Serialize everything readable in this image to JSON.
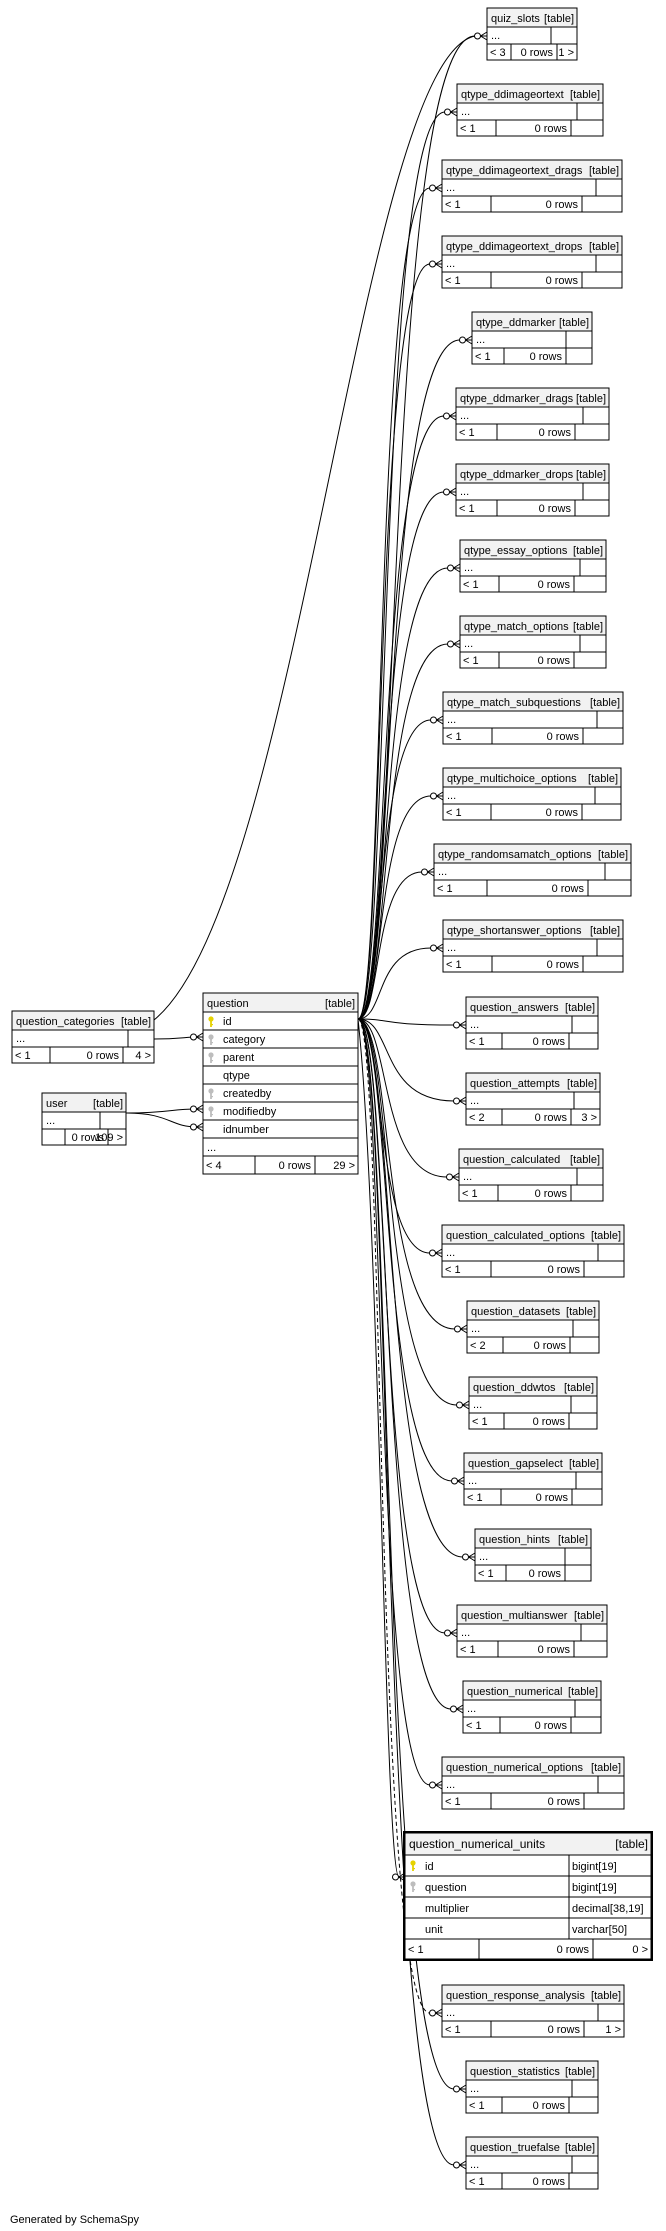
{
  "footer": "Generated by SchemaSpy",
  "colors": {
    "header_bg": "#f2f2f2",
    "border": "#000000",
    "line": "#000000",
    "key_icon": "#e6d200",
    "fk_icon": "#bdbdbd"
  },
  "tables": [
    {
      "key": "quiz_slots",
      "name": "quiz_slots",
      "type": "[table]",
      "ellipsis": "...",
      "parents": "< 3",
      "rows": "0 rows",
      "children": "1 >"
    },
    {
      "key": "qtype_ddimageortext",
      "name": "qtype_ddimageortext",
      "type": "[table]",
      "ellipsis": "...",
      "parents": "< 1",
      "rows": "0 rows",
      "children": ""
    },
    {
      "key": "qtype_ddimageortext_drags",
      "name": "qtype_ddimageortext_drags",
      "type": "[table]",
      "ellipsis": "...",
      "parents": "< 1",
      "rows": "0 rows",
      "children": ""
    },
    {
      "key": "qtype_ddimageortext_drops",
      "name": "qtype_ddimageortext_drops",
      "type": "[table]",
      "ellipsis": "...",
      "parents": "< 1",
      "rows": "0 rows",
      "children": ""
    },
    {
      "key": "qtype_ddmarker",
      "name": "qtype_ddmarker",
      "type": "[table]",
      "ellipsis": "...",
      "parents": "< 1",
      "rows": "0 rows",
      "children": ""
    },
    {
      "key": "qtype_ddmarker_drags",
      "name": "qtype_ddmarker_drags",
      "type": "[table]",
      "ellipsis": "...",
      "parents": "< 1",
      "rows": "0 rows",
      "children": ""
    },
    {
      "key": "qtype_ddmarker_drops",
      "name": "qtype_ddmarker_drops",
      "type": "[table]",
      "ellipsis": "...",
      "parents": "< 1",
      "rows": "0 rows",
      "children": ""
    },
    {
      "key": "qtype_essay_options",
      "name": "qtype_essay_options",
      "type": "[table]",
      "ellipsis": "...",
      "parents": "< 1",
      "rows": "0 rows",
      "children": ""
    },
    {
      "key": "qtype_match_options",
      "name": "qtype_match_options",
      "type": "[table]",
      "ellipsis": "...",
      "parents": "< 1",
      "rows": "0 rows",
      "children": ""
    },
    {
      "key": "qtype_match_subquestions",
      "name": "qtype_match_subquestions",
      "type": "[table]",
      "ellipsis": "...",
      "parents": "< 1",
      "rows": "0 rows",
      "children": ""
    },
    {
      "key": "qtype_multichoice_options",
      "name": "qtype_multichoice_options",
      "type": "[table]",
      "ellipsis": "...",
      "parents": "< 1",
      "rows": "0 rows",
      "children": ""
    },
    {
      "key": "qtype_randomsamatch_options",
      "name": "qtype_randomsamatch_options",
      "type": "[table]",
      "ellipsis": "...",
      "parents": "< 1",
      "rows": "0 rows",
      "children": ""
    },
    {
      "key": "qtype_shortanswer_options",
      "name": "qtype_shortanswer_options",
      "type": "[table]",
      "ellipsis": "...",
      "parents": "< 1",
      "rows": "0 rows",
      "children": ""
    },
    {
      "key": "question_answers",
      "name": "question_answers",
      "type": "[table]",
      "ellipsis": "...",
      "parents": "< 1",
      "rows": "0 rows",
      "children": ""
    },
    {
      "key": "question_attempts",
      "name": "question_attempts",
      "type": "[table]",
      "ellipsis": "...",
      "parents": "< 2",
      "rows": "0 rows",
      "children": "3 >"
    },
    {
      "key": "question_calculated",
      "name": "question_calculated",
      "type": "[table]",
      "ellipsis": "...",
      "parents": "< 1",
      "rows": "0 rows",
      "children": ""
    },
    {
      "key": "question_calculated_options",
      "name": "question_calculated_options",
      "type": "[table]",
      "ellipsis": "...",
      "parents": "< 1",
      "rows": "0 rows",
      "children": ""
    },
    {
      "key": "question_datasets",
      "name": "question_datasets",
      "type": "[table]",
      "ellipsis": "...",
      "parents": "< 2",
      "rows": "0 rows",
      "children": ""
    },
    {
      "key": "question_ddwtos",
      "name": "question_ddwtos",
      "type": "[table]",
      "ellipsis": "...",
      "parents": "< 1",
      "rows": "0 rows",
      "children": ""
    },
    {
      "key": "question_gapselect",
      "name": "question_gapselect",
      "type": "[table]",
      "ellipsis": "...",
      "parents": "< 1",
      "rows": "0 rows",
      "children": ""
    },
    {
      "key": "question_hints",
      "name": "question_hints",
      "type": "[table]",
      "ellipsis": "...",
      "parents": "< 1",
      "rows": "0 rows",
      "children": ""
    },
    {
      "key": "question_multianswer",
      "name": "question_multianswer",
      "type": "[table]",
      "ellipsis": "...",
      "parents": "< 1",
      "rows": "0 rows",
      "children": ""
    },
    {
      "key": "question_numerical",
      "name": "question_numerical",
      "type": "[table]",
      "ellipsis": "...",
      "parents": "< 1",
      "rows": "0 rows",
      "children": ""
    },
    {
      "key": "question_numerical_options",
      "name": "question_numerical_options",
      "type": "[table]",
      "ellipsis": "...",
      "parents": "< 1",
      "rows": "0 rows",
      "children": ""
    },
    {
      "key": "question_response_analysis",
      "name": "question_response_analysis",
      "type": "[table]",
      "ellipsis": "...",
      "parents": "< 1",
      "rows": "0 rows",
      "children": "1 >"
    },
    {
      "key": "question_statistics",
      "name": "question_statistics",
      "type": "[table]",
      "ellipsis": "...",
      "parents": "< 1",
      "rows": "0 rows",
      "children": ""
    },
    {
      "key": "question_truefalse",
      "name": "question_truefalse",
      "type": "[table]",
      "ellipsis": "...",
      "parents": "< 1",
      "rows": "0 rows",
      "children": ""
    },
    {
      "key": "question_categories",
      "name": "question_categories",
      "type": "[table]",
      "ellipsis": "...",
      "parents": "< 1",
      "rows": "0 rows",
      "children": "4 >"
    },
    {
      "key": "user",
      "name": "user",
      "type": "[table]",
      "ellipsis": "...",
      "parents": "",
      "rows": "0 rows",
      "children": "109 >"
    }
  ],
  "question_table": {
    "name": "question",
    "type": "[table]",
    "columns": [
      {
        "name": "id",
        "icon": "primary-key"
      },
      {
        "name": "category",
        "icon": "foreign-key"
      },
      {
        "name": "parent",
        "icon": "foreign-key"
      },
      {
        "name": "qtype",
        "icon": ""
      },
      {
        "name": "createdby",
        "icon": "foreign-key"
      },
      {
        "name": "modifiedby",
        "icon": "foreign-key"
      },
      {
        "name": "idnumber",
        "icon": ""
      }
    ],
    "ellipsis": "...",
    "parents": "< 4",
    "rows": "0 rows",
    "children": "29 >"
  },
  "focus_table": {
    "name": "question_numerical_units",
    "type": "[table]",
    "columns": [
      {
        "name": "id",
        "datatype": "bigint[19]",
        "icon": "primary-key"
      },
      {
        "name": "question",
        "datatype": "bigint[19]",
        "icon": "foreign-key"
      },
      {
        "name": "multiplier",
        "datatype": "decimal[38,19]",
        "icon": ""
      },
      {
        "name": "unit",
        "datatype": "varchar[50]",
        "icon": ""
      }
    ],
    "parents": "< 1",
    "rows": "0 rows",
    "children": "0 >"
  }
}
